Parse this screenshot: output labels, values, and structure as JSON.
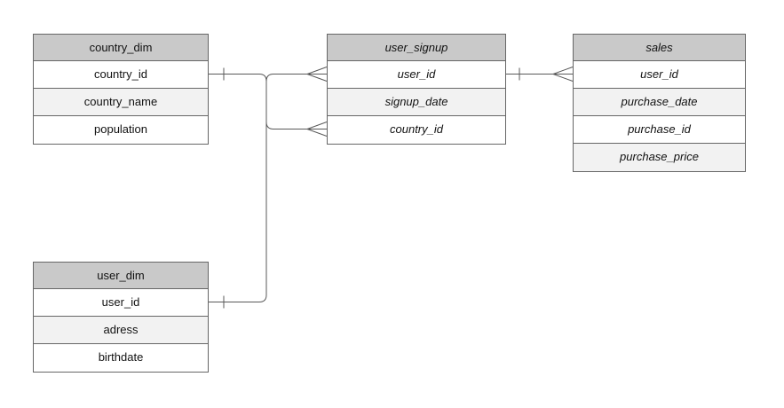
{
  "diagram": {
    "tables": [
      {
        "id": "country_dim",
        "title": "country_dim",
        "style": "regular",
        "rows": [
          "country_id",
          "country_name",
          "population"
        ]
      },
      {
        "id": "user_signup",
        "title": "user_signup",
        "style": "italic",
        "rows": [
          "user_id",
          "signup_date",
          "country_id"
        ]
      },
      {
        "id": "sales",
        "title": "sales",
        "style": "italic",
        "rows": [
          "user_id",
          "purchase_date",
          "purchase_id",
          "purchase_price"
        ]
      },
      {
        "id": "user_dim",
        "title": "user_dim",
        "style": "regular",
        "rows": [
          "user_id",
          "adress",
          "birthdate"
        ]
      }
    ],
    "connectors": [
      {
        "from": "country_dim.country_id",
        "to": "user_signup.country_id",
        "from_cardinality": "one",
        "to_cardinality": "many"
      },
      {
        "from": "user_dim.user_id",
        "to": "user_signup.user_id",
        "from_cardinality": "one",
        "to_cardinality": "many"
      },
      {
        "from": "user_signup.user_id",
        "to": "sales.user_id",
        "from_cardinality": "one",
        "to_cardinality": "many"
      }
    ],
    "colors": {
      "header_fill": "#c9c9c9",
      "row_alt_fill": "#f2f2f2",
      "border": "#666666",
      "connector": "#595959",
      "background": "#ffffff"
    }
  }
}
